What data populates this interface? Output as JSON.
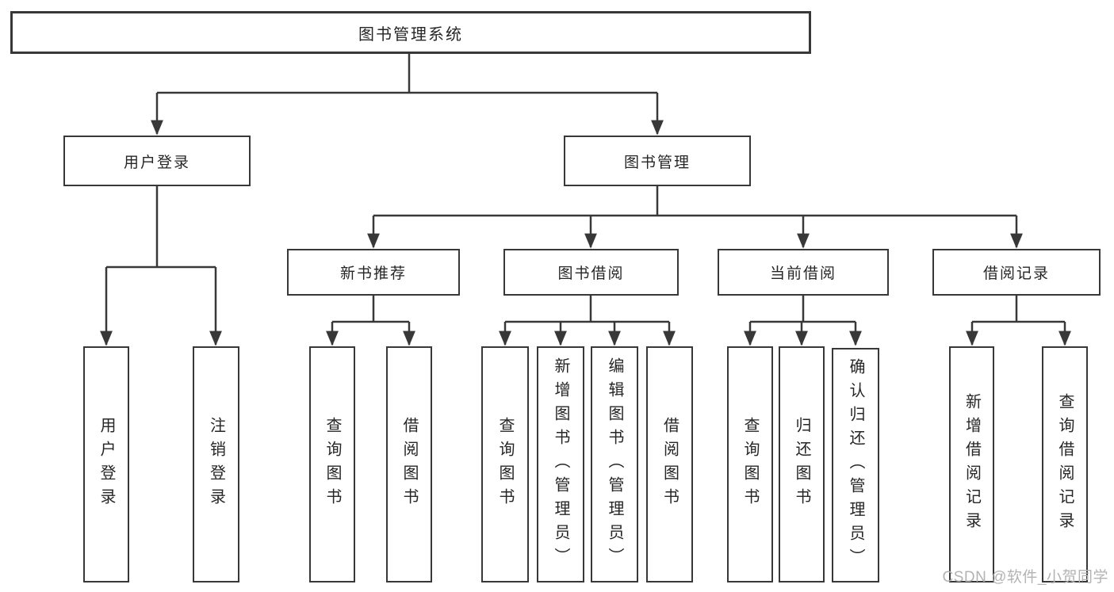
{
  "diagram": {
    "root": {
      "label": "图书管理系统"
    },
    "branches": [
      {
        "label": "用户登录",
        "children": [
          {
            "label": "用户登录"
          },
          {
            "label": "注销登录"
          }
        ]
      },
      {
        "label": "图书管理",
        "children": [
          {
            "label": "新书推荐",
            "children": [
              {
                "label": "查询图书"
              },
              {
                "label": "借阅图书"
              }
            ]
          },
          {
            "label": "图书借阅",
            "children": [
              {
                "label": "查询图书"
              },
              {
                "label": "新增图书（管理员）"
              },
              {
                "label": "编辑图书（管理员）"
              },
              {
                "label": "借阅图书"
              }
            ]
          },
          {
            "label": "当前借阅",
            "children": [
              {
                "label": "查询图书"
              },
              {
                "label": "归还图书"
              },
              {
                "label": "确认归还（管理员）"
              }
            ]
          },
          {
            "label": "借阅记录",
            "children": [
              {
                "label": "新增借阅记录"
              },
              {
                "label": "查询借阅记录"
              }
            ]
          }
        ]
      }
    ]
  },
  "watermark": {
    "text": "CSDN @软件_小贺同学"
  },
  "colors": {
    "line": "#383838",
    "border": "#383838",
    "text": "#262626",
    "watermark": "#b3b3b3",
    "background": "#ffffff"
  }
}
